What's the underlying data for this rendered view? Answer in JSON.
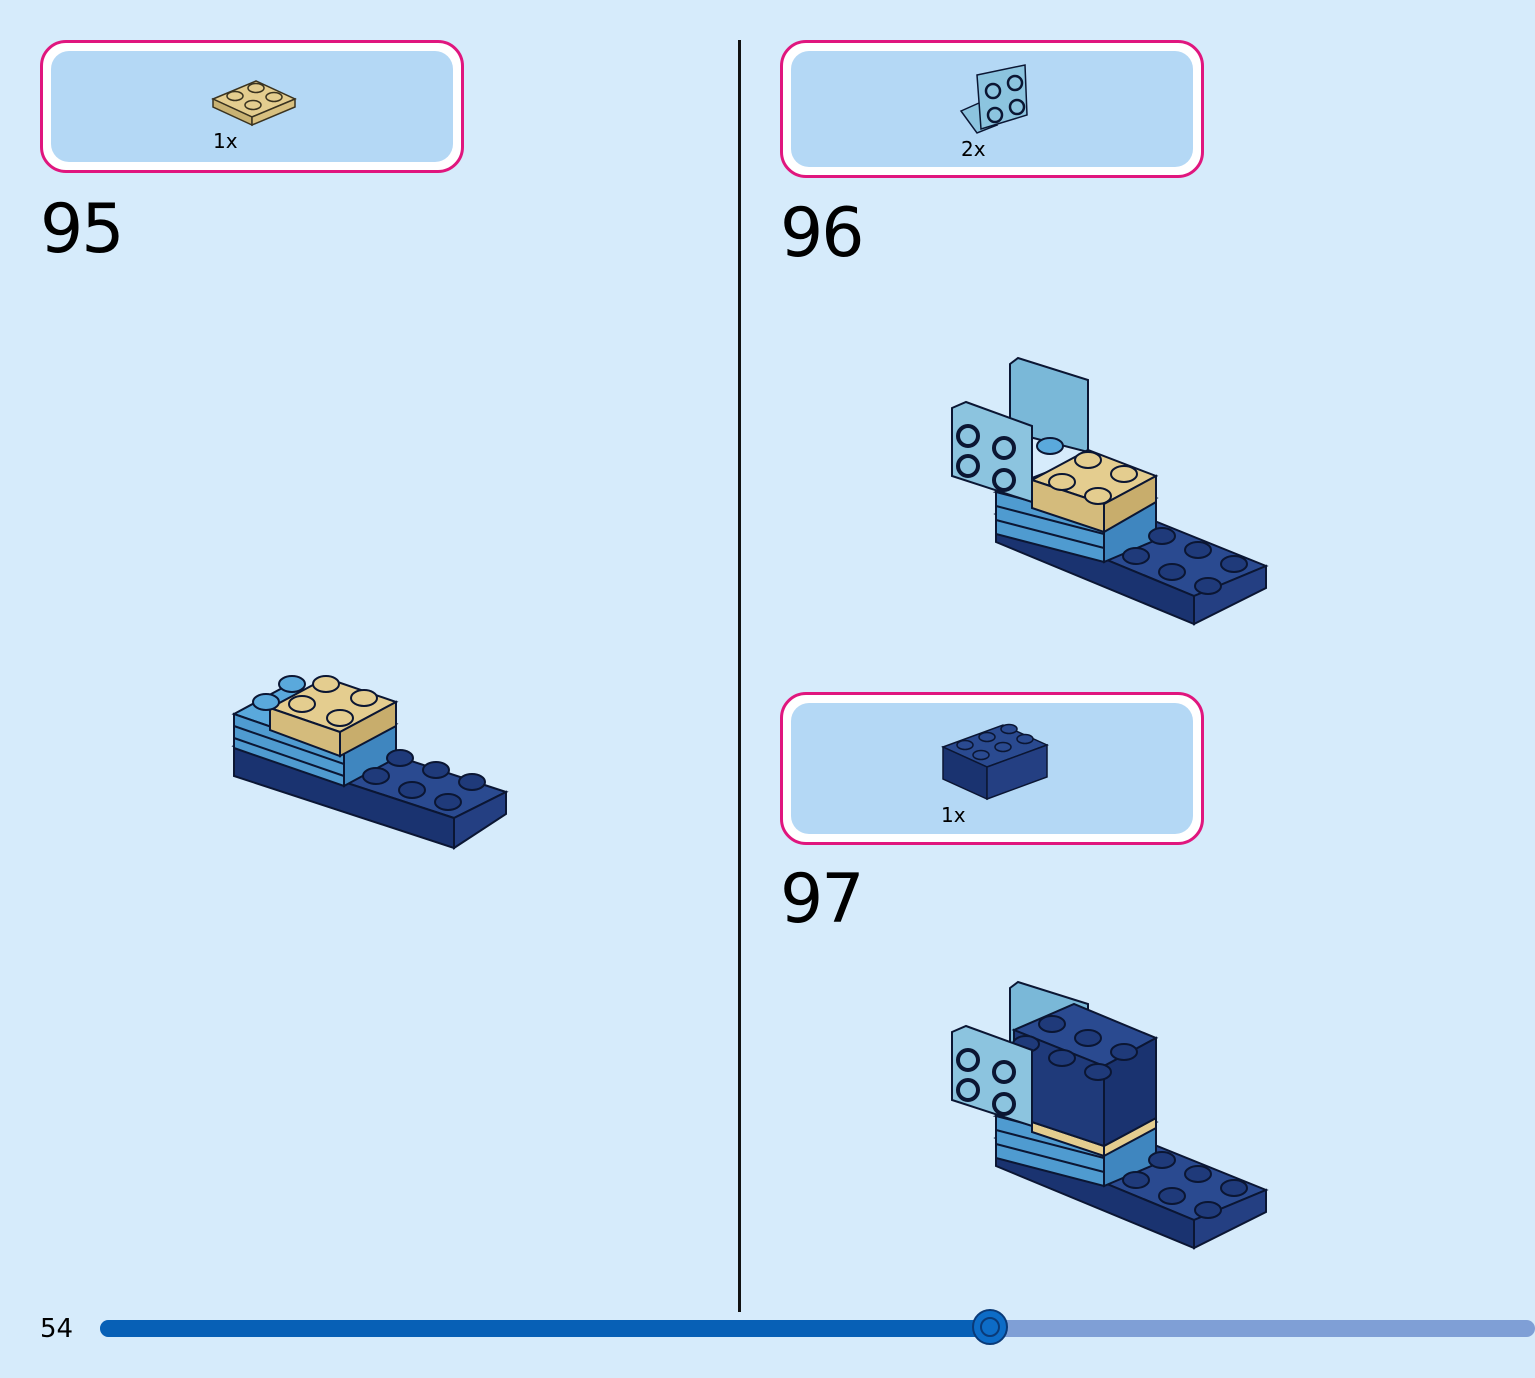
{
  "page": {
    "number": "54",
    "progress": 0.62
  },
  "steps": [
    {
      "number": "95",
      "parts": [
        {
          "quantity": "1x",
          "part": "tan 2x2 plate"
        }
      ]
    },
    {
      "number": "96",
      "parts": [
        {
          "quantity": "2x",
          "part": "sand blue 2x2 bracket"
        }
      ]
    },
    {
      "number": "97",
      "parts": [
        {
          "quantity": "1x",
          "part": "dark blue 2x3 brick"
        }
      ]
    }
  ],
  "colors": {
    "page_bg": "#d6ebfb",
    "callout_border": "#e0167e",
    "callout_fill": "#b4d8f5",
    "tan": "#e4cd8f",
    "light_blue": "#5aa9dc",
    "sand_blue": "#8cc4df",
    "dark_blue": "#1f3a7a",
    "progress_done": "#0760b6",
    "progress_todo": "#7f9fd6"
  }
}
